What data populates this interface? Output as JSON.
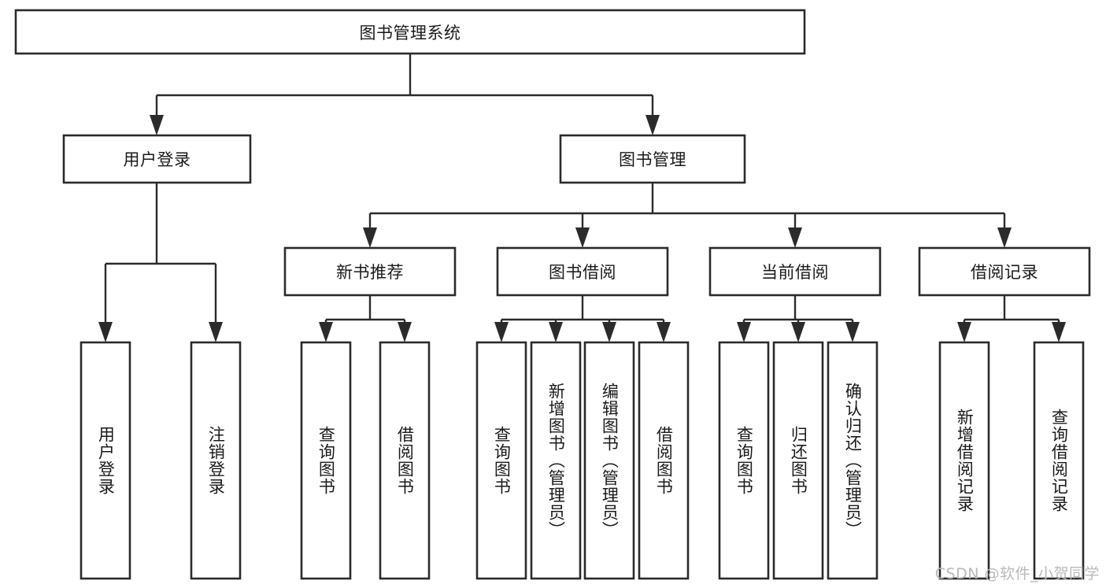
{
  "diagram": {
    "title": "图书管理系统",
    "type": "hierarchy-tree",
    "orientation": "top-down",
    "colors": {
      "box_fill": "#ffffff",
      "box_stroke": "#2b2b2b",
      "connector": "#2b2b2b",
      "text": "#1a1a1a",
      "watermark": "#b9b9b9",
      "background": "#ffffff"
    },
    "root": {
      "label": "图书管理系统"
    },
    "level2": [
      {
        "label": "用户登录"
      },
      {
        "label": "图书管理"
      }
    ],
    "level3": [
      {
        "label": "新书推荐"
      },
      {
        "label": "图书借阅"
      },
      {
        "label": "当前借阅"
      },
      {
        "label": "借阅记录"
      }
    ],
    "leaves": {
      "user_login": [
        {
          "label": "用户登录"
        },
        {
          "label": "注销登录"
        }
      ],
      "new_book_recommend": [
        {
          "label": "查询图书"
        },
        {
          "label": "借阅图书"
        }
      ],
      "book_borrow": [
        {
          "label": "查询图书"
        },
        {
          "label": "新增图书（管理员）"
        },
        {
          "label": "编辑图书（管理员）"
        },
        {
          "label": "借阅图书"
        }
      ],
      "current_borrow": [
        {
          "label": "查询图书"
        },
        {
          "label": "归还图书"
        },
        {
          "label": "确认归还（管理员）"
        }
      ],
      "borrow_record": [
        {
          "label": "新增借阅记录"
        },
        {
          "label": "查询借阅记录"
        }
      ]
    },
    "watermark": "CSDN @软件_小贺同学"
  }
}
